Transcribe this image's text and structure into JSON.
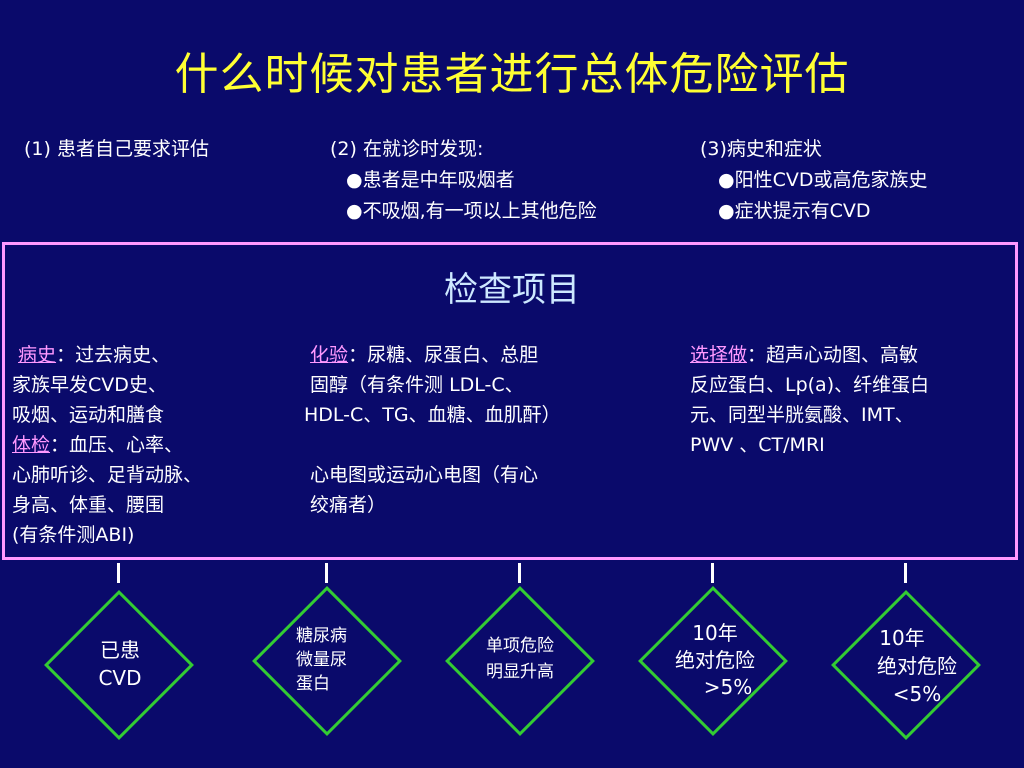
{
  "title": "什么时候对患者进行总体危险评估",
  "top": {
    "c1": "(1) 患者自己要求评估",
    "c2": {
      "head": "(2) 在就诊时发现:",
      "b1": "●患者是中年吸烟者",
      "b2": "●不吸烟,有一项以上其他危险"
    },
    "c3": {
      "head": "(3)病史和症状",
      "b1": "●阳性CVD或高危家族史",
      "b2": "●症状提示有CVD"
    }
  },
  "box": {
    "title": "检查项目",
    "col1": {
      "label1": "病史",
      "text1a": "：过去病史、",
      "line2": "家族早发CVD史、",
      "line3": "吸烟、运动和膳食",
      "label2": "体检",
      "text2a": "：血压、心率、",
      "line5": "心肺听诊、足背动脉、",
      "line6": "身高、体重、腰围",
      "line7": "(有条件测ABI)"
    },
    "col2": {
      "label": "化验",
      "text1": "：尿糖、尿蛋白、总胆",
      "line2": "固醇（有条件测 LDL-C、",
      "line3": "HDL-C、TG、血糖、血肌酐）",
      "line5": "心电图或运动心电图（有心",
      "line6": "绞痛者）"
    },
    "col3": {
      "label": "选择做",
      "text1": "：超声心动图、高敏",
      "line2": "反应蛋白、Lp(a)、纤维蛋白",
      "line3": "元、同型半胱氨酸、IMT、",
      "line4": "PWV 、CT/MRI"
    }
  },
  "diamonds": [
    {
      "line1": "已患",
      "line2": "CVD"
    },
    {
      "line1": "糖尿病",
      "line2": "微量尿",
      "line3": "蛋白"
    },
    {
      "line1": "单项危险",
      "line2": "明显升高"
    },
    {
      "line1": "10年",
      "line2": "绝对危险",
      "line3": ">5%"
    },
    {
      "line1": "10年",
      "line2": "绝对危险",
      "line3": "<5%"
    }
  ],
  "colors": {
    "background": "#0a0a6b",
    "title": "#ffff33",
    "box_border": "#ff99ff",
    "diamond_border": "#33cc33",
    "label": "#ff99ff"
  }
}
